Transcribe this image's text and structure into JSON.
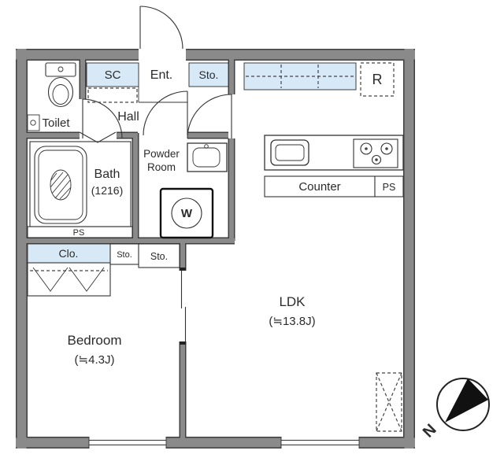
{
  "colors": {
    "background": "#ffffff",
    "wall_fill": "#8a8a8a",
    "wall_outline": "#3f3f3f",
    "storage_fill": "#d7e9f7",
    "line": "#333333",
    "text": "#2b2b2b"
  },
  "rooms": {
    "ldk": {
      "name": "LDK",
      "size": "(≒13.8J)"
    },
    "bedroom": {
      "name": "Bedroom",
      "size": "(≒4.3J)"
    },
    "bath": {
      "name": "Bath",
      "size": "(1216)"
    },
    "toilet": {
      "name": "Toilet"
    },
    "hall": {
      "name": "Hall"
    },
    "entrance": {
      "name": "Ent."
    },
    "powder_room": {
      "line1": "Powder",
      "line2": "Room"
    }
  },
  "storage": {
    "shoe_closet": "SC",
    "hall_storage": "Sto.",
    "closet": "Clo.",
    "storage_1": "Sto.",
    "storage_2": "Sto.",
    "refrigerator_space": "R"
  },
  "kitchen": {
    "counter": "Counter",
    "pipe_space": "PS"
  },
  "utility": {
    "washer": "W",
    "pipe_space": "PS"
  },
  "compass": {
    "north": "N"
  }
}
